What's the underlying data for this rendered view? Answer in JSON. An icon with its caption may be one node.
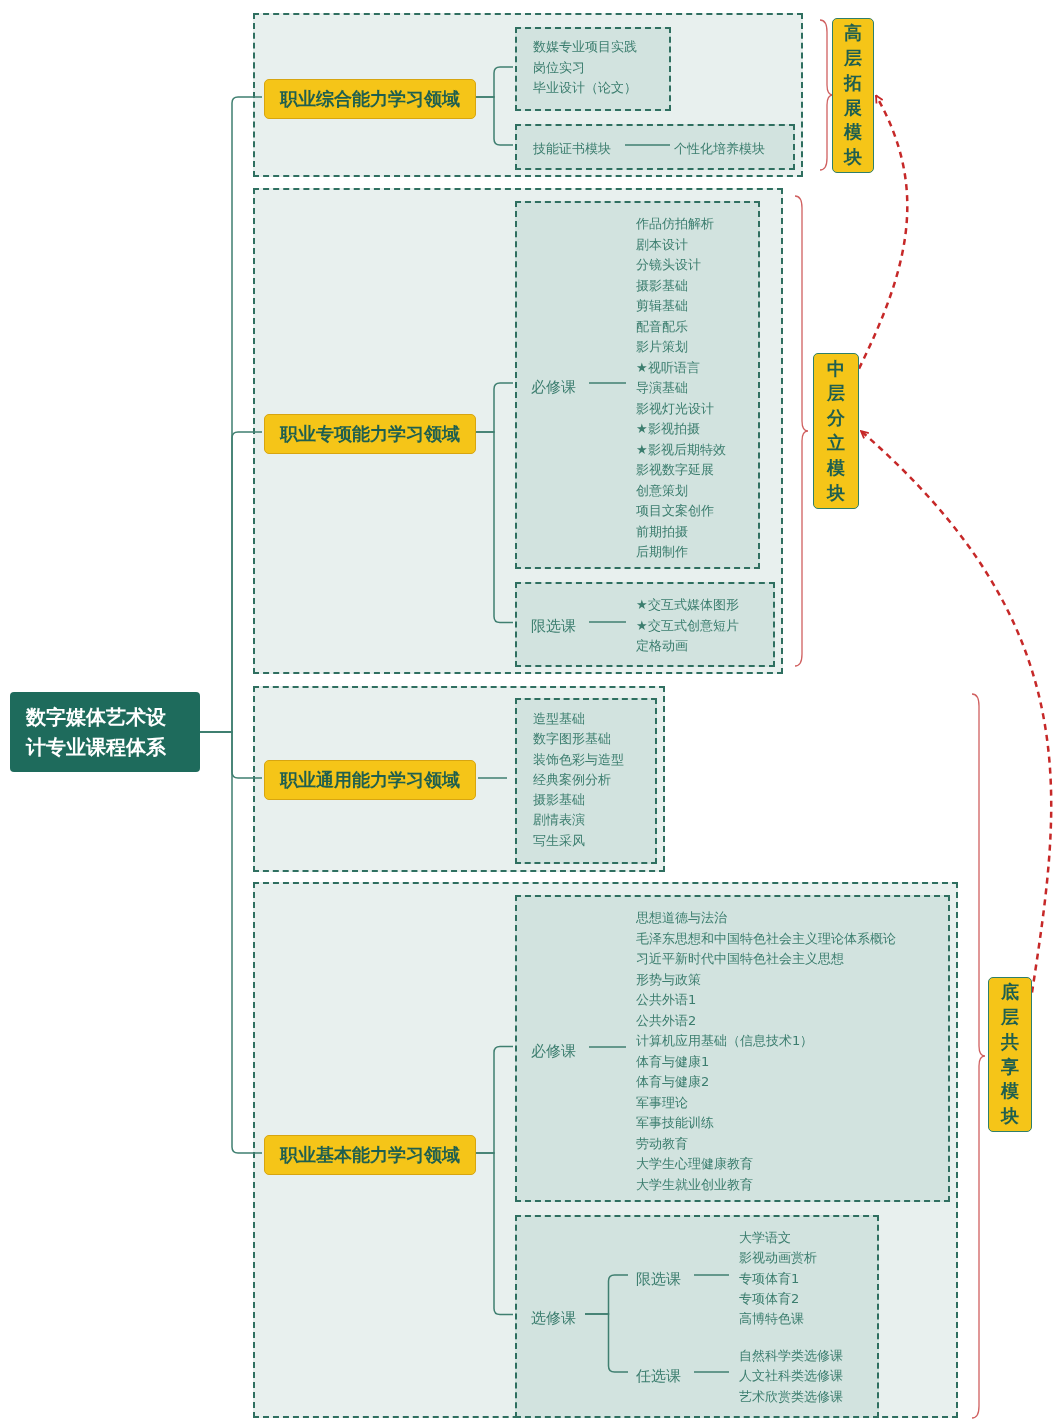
{
  "diagram": {
    "nodes": [
      {
        "text": [
          "数字媒体艺术设计专业课程体系"
        ]
      },
      {
        "text": [],
        "shape": "box"
      },
      {
        "text": [
          "职业综合能力学习领域"
        ],
        "in": 1
      },
      {
        "text": [
          "数媒专业项目实践",
          "岗位实习",
          "毕业设计（论文）"
        ],
        "in": 1
      },
      {
        "text": [],
        "shape": "box",
        "in": 1
      },
      {
        "text": [
          "技能证书模块"
        ],
        "in": 4
      },
      {
        "text": [
          "个性化培养模块"
        ],
        "in": 4
      },
      {
        "text": [],
        "shape": "box"
      },
      {
        "text": [
          "职业专项能力学习领域"
        ],
        "in": 7
      },
      {
        "text": [],
        "shape": "box",
        "in": 7
      },
      {
        "text": [
          "必修课"
        ],
        "in": 9
      },
      {
        "text": [
          "作品仿拍解析",
          "剧本设计",
          "分镜头设计",
          "摄影基础",
          "剪辑基础",
          "配音配乐",
          "影片策划",
          "★视听语言",
          "导演基础",
          "影视灯光设计",
          "★影视拍摄",
          "★影视后期特效",
          "影视数字延展",
          "创意策划",
          "项目文案创作",
          "前期拍摄",
          "后期制作"
        ],
        "in": 9
      },
      {
        "text": [],
        "shape": "box",
        "in": 7
      },
      {
        "text": [
          "限选课"
        ],
        "in": 12
      },
      {
        "text": [
          "★交互式媒体图形",
          "★交互式创意短片",
          "定格动画"
        ],
        "in": 12
      },
      {
        "text": [],
        "shape": "box"
      },
      {
        "text": [
          "职业通用能力学习领域"
        ],
        "in": 15
      },
      {
        "text": [
          "造型基础",
          "数字图形基础",
          "装饰色彩与造型",
          "经典案例分析",
          "摄影基础",
          "剧情表演",
          "写生采风"
        ],
        "in": 15
      },
      {
        "text": [],
        "shape": "box"
      },
      {
        "text": [
          "职业基本能力学习领域"
        ],
        "in": 18
      },
      {
        "text": [],
        "shape": "box",
        "in": 18
      },
      {
        "text": [
          "必修课"
        ],
        "in": 20
      },
      {
        "text": [
          "思想道德与法治",
          "毛泽东思想和中国特色社会主义理论体系概论",
          "习近平新时代中国特色社会主义思想",
          "形势与政策",
          "公共外语1",
          "公共外语2",
          "计算机应用基础（信息技术1）",
          "体育与健康1",
          "体育与健康2",
          "军事理论",
          "军事技能训练",
          "劳动教育",
          "大学生心理健康教育",
          "大学生就业创业教育"
        ],
        "in": 20
      },
      {
        "text": [],
        "shape": "box",
        "in": 18
      },
      {
        "text": [
          "选修课"
        ],
        "in": 23
      },
      {
        "text": [
          "限选课"
        ],
        "in": 23
      },
      {
        "text": [
          "大学语文",
          "影视动画赏析",
          "专项体育1",
          "专项体育2",
          "高博特色课"
        ],
        "in": 23
      },
      {
        "text": [
          "任选课"
        ],
        "in": 23
      },
      {
        "text": [
          "自然科学类选修课",
          "人文社科类选修课",
          "艺术欣赏类选修课"
        ],
        "in": 23
      },
      {
        "text": [
          "高层拓展模块"
        ]
      },
      {
        "text": [
          "中层分立模块"
        ]
      },
      {
        "text": [
          "底层共享模块"
        ]
      }
    ],
    "edges": [
      {
        "from": 0,
        "to": 2,
        "arrow": "none"
      },
      {
        "from": 0,
        "to": 8,
        "arrow": "none"
      },
      {
        "from": 0,
        "to": 16,
        "arrow": "none"
      },
      {
        "from": 0,
        "to": 19,
        "arrow": "none"
      },
      {
        "from": 2,
        "to": 3,
        "arrow": "none"
      },
      {
        "from": 2,
        "to": 4,
        "arrow": "none"
      },
      {
        "from": 5,
        "to": 6,
        "arrow": "none"
      },
      {
        "from": 8,
        "to": 9,
        "arrow": "none"
      },
      {
        "from": 8,
        "to": 12,
        "arrow": "none"
      },
      {
        "from": 10,
        "to": 11,
        "arrow": "none"
      },
      {
        "from": 13,
        "to": 14,
        "arrow": "none"
      },
      {
        "from": 16,
        "to": 17,
        "arrow": "none"
      },
      {
        "from": 19,
        "to": 20,
        "arrow": "none"
      },
      {
        "from": 19,
        "to": 23,
        "arrow": "none"
      },
      {
        "from": 21,
        "to": 22,
        "arrow": "none"
      },
      {
        "from": 24,
        "to": 25,
        "arrow": "none"
      },
      {
        "from": 24,
        "to": 27,
        "arrow": "none"
      },
      {
        "from": 25,
        "to": 26,
        "arrow": "none"
      },
      {
        "from": 27,
        "to": 28,
        "arrow": "none"
      },
      {
        "from": 31,
        "to": 30,
        "arrow": "to",
        "style": "dashed",
        "color": "#c62828"
      },
      {
        "from": 30,
        "to": 29,
        "arrow": "to",
        "style": "dashed",
        "color": "#c62828"
      }
    ]
  }
}
